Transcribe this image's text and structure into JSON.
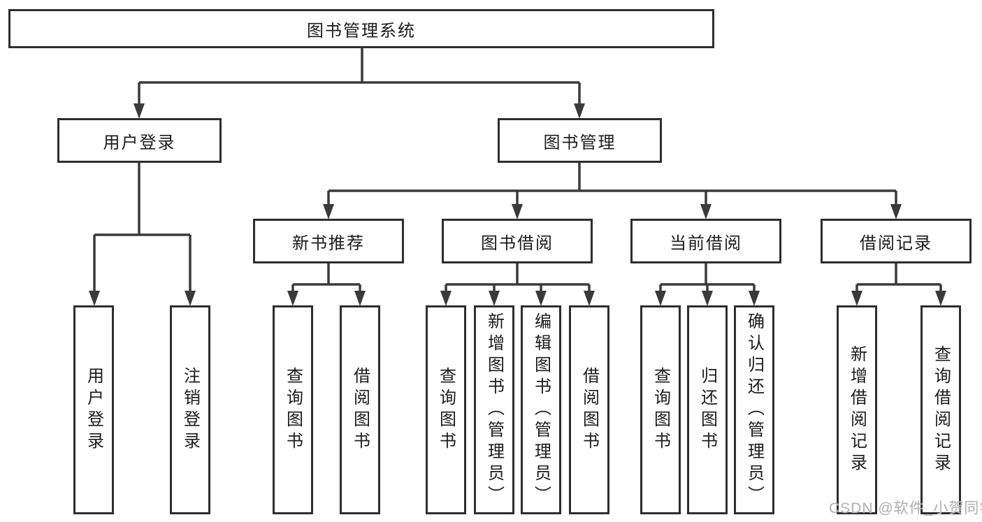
{
  "nodes": {
    "root": {
      "label": "图书管理系统"
    },
    "user_login": {
      "label": "用户登录"
    },
    "book_mgmt": {
      "label": "图书管理"
    },
    "new_book_rec": {
      "label": "新书推荐"
    },
    "book_borrow": {
      "label": "图书借阅"
    },
    "current_borrow": {
      "label": "当前借阅"
    },
    "borrow_records": {
      "label": "借阅记录"
    },
    "leaf_user_login": {
      "label": "用户登录"
    },
    "leaf_logout": {
      "label": "注销登录"
    },
    "leaf_nb_query": {
      "label": "查询图书"
    },
    "leaf_nb_borrow": {
      "label": "借阅图书"
    },
    "leaf_bb_query": {
      "label": "查询图书"
    },
    "leaf_bb_add": {
      "label": "新增图书（管理员）"
    },
    "leaf_bb_edit": {
      "label": "编辑图书（管理员）"
    },
    "leaf_bb_borrow": {
      "label": "借阅图书"
    },
    "leaf_cb_query": {
      "label": "查询图书"
    },
    "leaf_cb_return": {
      "label": "归还图书"
    },
    "leaf_cb_confirm": {
      "label": "确认归还（管理员）"
    },
    "leaf_rec_add": {
      "label": "新增借阅记录"
    },
    "leaf_rec_query": {
      "label": "查询借阅记录"
    }
  },
  "structure": {
    "图书管理系统": {
      "用户登录": [
        "用户登录",
        "注销登录"
      ],
      "图书管理": {
        "新书推荐": [
          "查询图书",
          "借阅图书"
        ],
        "图书借阅": [
          "查询图书",
          "新增图书（管理员）",
          "编辑图书（管理员）",
          "借阅图书"
        ],
        "当前借阅": [
          "查询图书",
          "归还图书",
          "确认归还（管理员）"
        ],
        "借阅记录": [
          "新增借阅记录",
          "查询借阅记录"
        ]
      }
    }
  },
  "watermark": "CSDN @软件_小贺同学",
  "colors": {
    "line": "#3a3a3a",
    "box_border": "#2e2e2e",
    "text": "#1b1b1b",
    "watermark": "#b5b5b5",
    "background": "#ffffff"
  }
}
